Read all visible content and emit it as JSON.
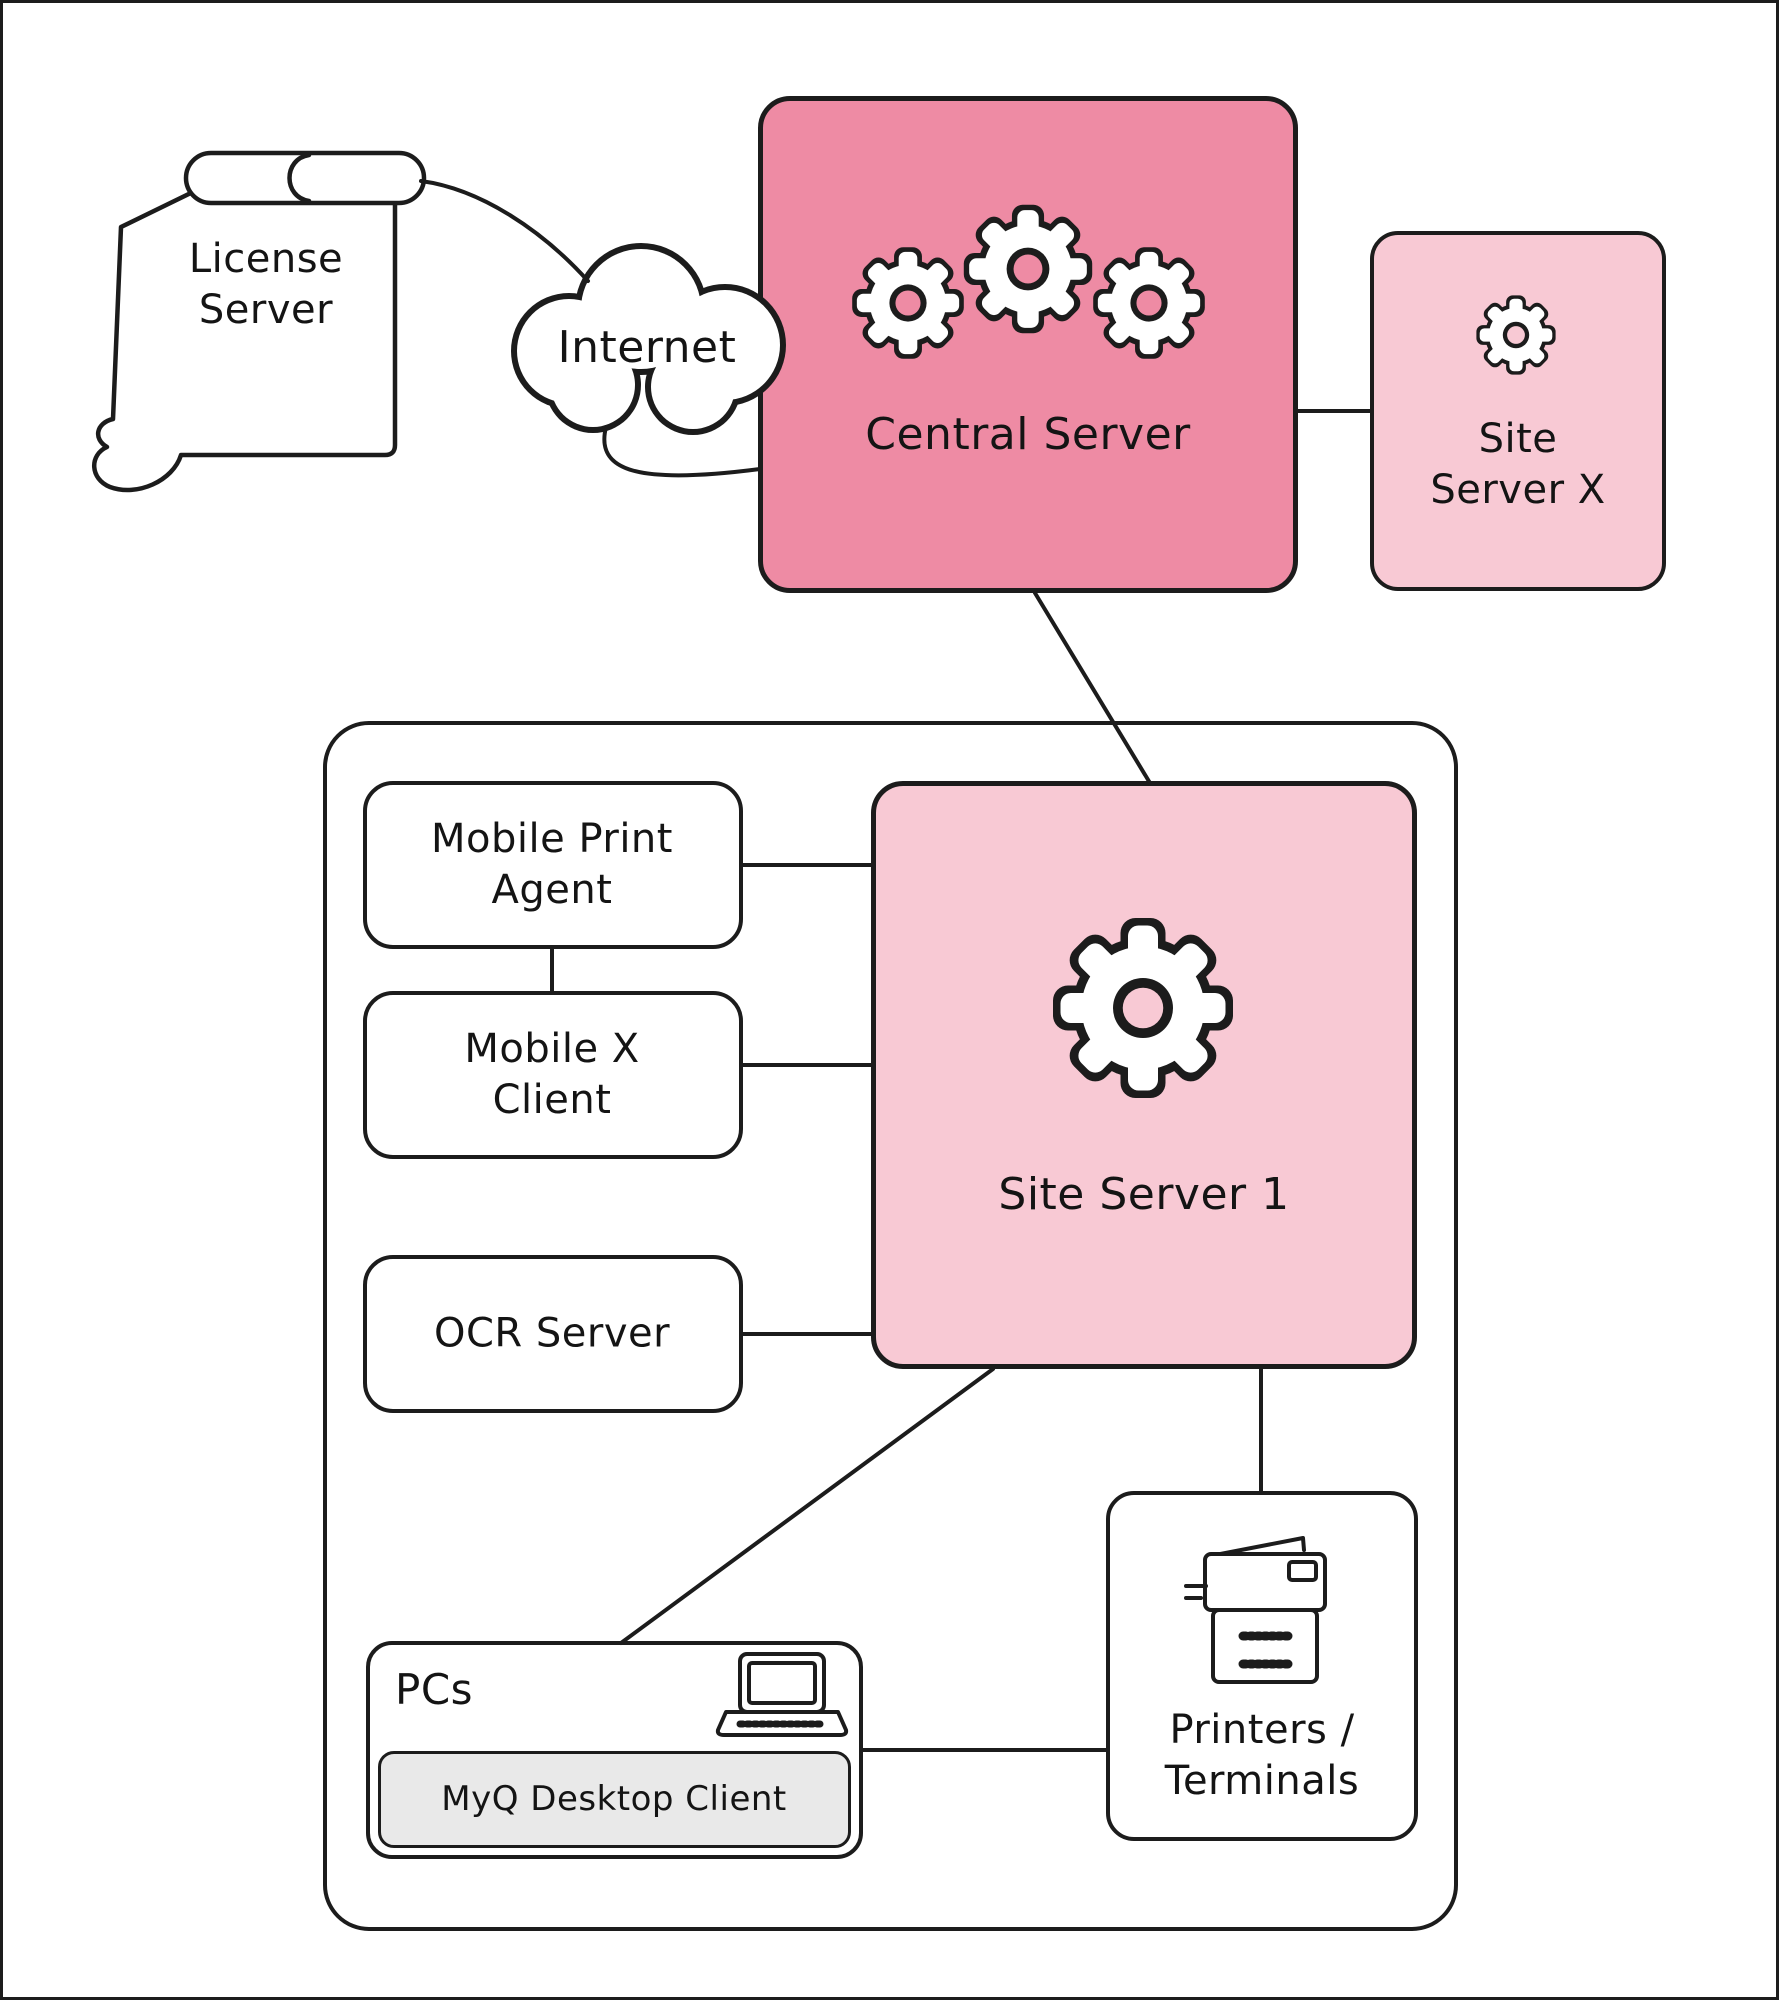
{
  "title": "Server architecture diagram",
  "colors": {
    "central_fill": "#ee8ba4",
    "site_fill": "#f8c9d4",
    "client_fill": "#e9e9e9",
    "stroke": "#1c1c1c",
    "background": "#ffffff"
  },
  "nodes": {
    "license_server": {
      "label": "License\nServer"
    },
    "internet": {
      "label": "Internet"
    },
    "central_server": {
      "label": "Central Server"
    },
    "site_server_x": {
      "label": "Site\nServer X"
    },
    "mobile_print_agent": {
      "label": "Mobile Print\nAgent"
    },
    "mobile_x_client": {
      "label": "Mobile X\nClient"
    },
    "ocr_server": {
      "label": "OCR Server"
    },
    "site_server_1": {
      "label": "Site Server 1"
    },
    "pcs": {
      "label": "PCs"
    },
    "myq_desktop_client": {
      "label": "MyQ Desktop Client"
    },
    "printers_terminals": {
      "label": "Printers /\nTerminals"
    }
  },
  "icons": {
    "license_server": "scroll-shape",
    "internet": "cloud-shape",
    "central_server": "gear-icon-x3",
    "site_server_x": "gear-icon",
    "site_server_1": "gear-icon",
    "pcs": "laptop-icon",
    "printers_terminals": "printer-icon"
  },
  "connections": [
    {
      "from": "license_server",
      "to": "internet"
    },
    {
      "from": "internet",
      "to": "central_server"
    },
    {
      "from": "central_server",
      "to": "site_server_x"
    },
    {
      "from": "central_server",
      "to": "site_server_1"
    },
    {
      "from": "mobile_print_agent",
      "to": "site_server_1"
    },
    {
      "from": "mobile_print_agent",
      "to": "mobile_x_client"
    },
    {
      "from": "mobile_x_client",
      "to": "site_server_1"
    },
    {
      "from": "ocr_server",
      "to": "site_server_1"
    },
    {
      "from": "site_server_1",
      "to": "pcs"
    },
    {
      "from": "site_server_1",
      "to": "printers_terminals"
    },
    {
      "from": "pcs",
      "to": "printers_terminals"
    }
  ]
}
